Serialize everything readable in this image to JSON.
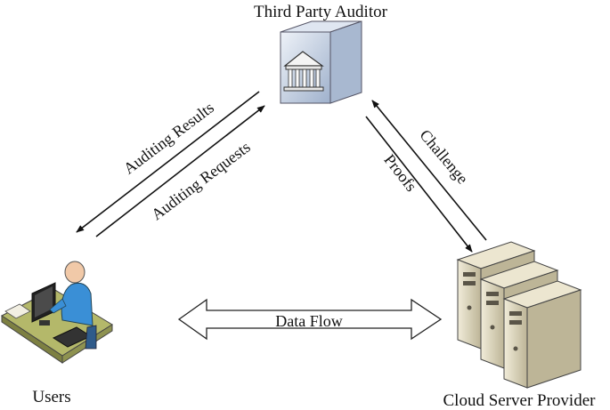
{
  "nodes": {
    "auditor": {
      "label": "Third Party Auditor",
      "icon": "bank-building-icon"
    },
    "users": {
      "label": "Users",
      "icon": "user-at-computer-icon"
    },
    "cloud": {
      "label": "Cloud Server Provider",
      "icon": "server-stack-icon"
    }
  },
  "edges": {
    "auditing_results": "Auditing Results",
    "auditing_requests": "Auditing Requests",
    "challenge": "Challenge",
    "proofs": "Proofs",
    "data_flow": "Data Flow"
  },
  "colors": {
    "line": "#111111",
    "server_body": "#d9d3bd",
    "server_dark": "#5a5548",
    "auditor_box": "#c9d5e6",
    "user_shirt": "#3a8fd6",
    "desk_top": "#b4b86a"
  }
}
